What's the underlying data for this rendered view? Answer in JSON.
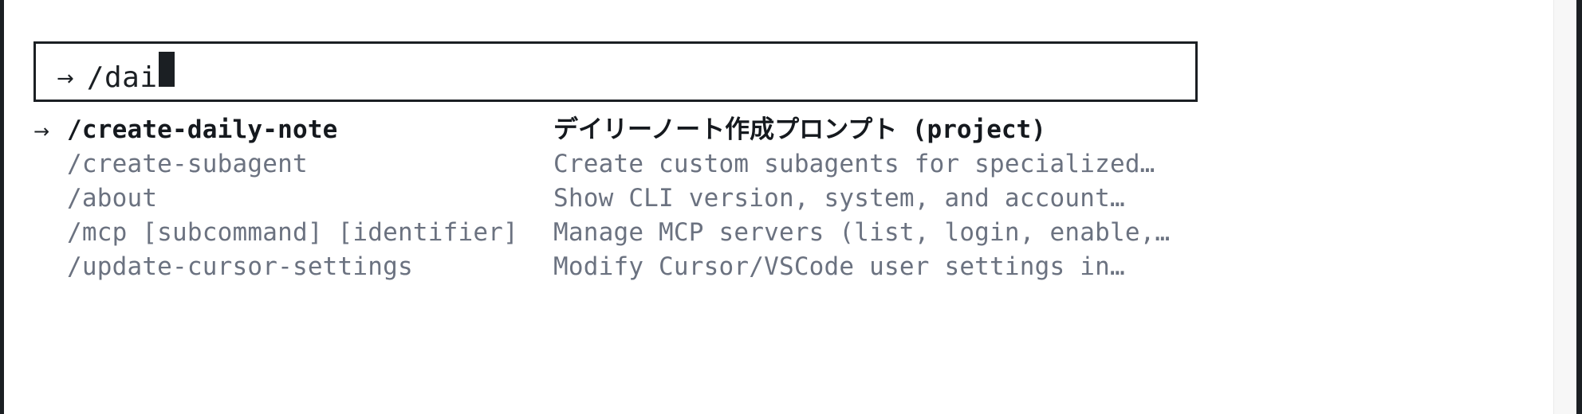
{
  "window": {
    "background_color": "#ffffff",
    "edge_color": "#1b1f23",
    "scrollbar_gutter_color": "#f7f7f7"
  },
  "prompt": {
    "arrow_glyph": "→",
    "value": "/dai",
    "cursor": "block",
    "border_color": "#1b1f23",
    "text_color": "#1b1f23"
  },
  "suggestions": {
    "selected_index": 0,
    "marker_glyph": "→",
    "selected_color": "#15191e",
    "muted_color": "#6b7280",
    "items": [
      {
        "marker": "→",
        "command": "/create-daily-note",
        "description": "デイリーノート作成プロンプト (project)"
      },
      {
        "marker": "",
        "command": "/create-subagent",
        "description": "Create custom subagents for specialized…"
      },
      {
        "marker": "",
        "command": "/about",
        "description": "Show CLI version, system, and account…"
      },
      {
        "marker": "",
        "command": "/mcp [subcommand] [identifier]",
        "description": "Manage MCP servers (list, login, enable,…"
      },
      {
        "marker": "",
        "command": "/update-cursor-settings",
        "description": "Modify Cursor/VSCode user settings in…"
      }
    ]
  }
}
